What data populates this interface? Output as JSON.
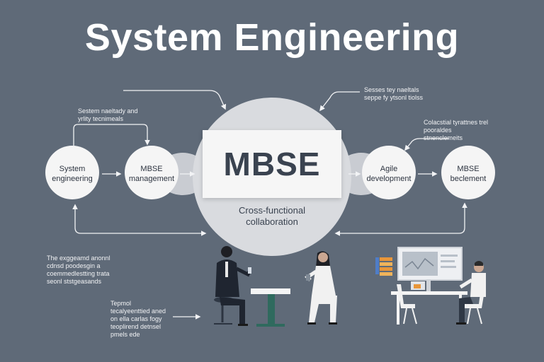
{
  "title": "System Engineering",
  "center": {
    "box_label": "MBSE",
    "caption": "Cross-functional collaboration"
  },
  "nodes": [
    {
      "id": "system-engineering",
      "label": "System engineering"
    },
    {
      "id": "mbse-management",
      "label": "MBSE management"
    },
    {
      "id": "agile-development",
      "label": "Agile development"
    },
    {
      "id": "mbse-deployment",
      "label": "MBSE beclement"
    }
  ],
  "notes": {
    "top_left": "Sestem naeltady and yrlity tecnimeals",
    "top_right": "Sesses tey naeltals seppe fy ytsonl tiolss",
    "right": "Colacstial tyrattnes trel pooraldes stnenclemeits",
    "bottom_left_1": "The exggeamd anonnl cdnsd poodesgin a coemmedlestting trata seonl ststgeasands",
    "bottom_left_2": "Tepmol tecalyeenttied aned on ella carlas fogy teoplirend detnsel pmels ede"
  },
  "colors": {
    "background": "#5f6a78",
    "circle": "#d9dbdf",
    "node": "#f5f5f5",
    "box": "#f6f6f6",
    "arrow": "#f2f3f5",
    "accent_orange": "#e8963a"
  }
}
